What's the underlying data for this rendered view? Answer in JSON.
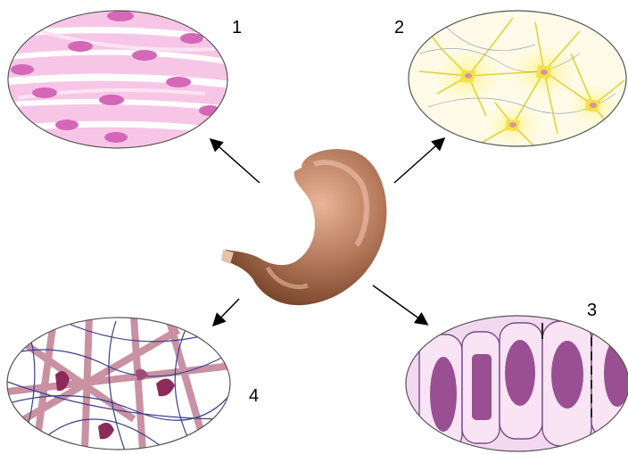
{
  "labels": [
    "1",
    "2",
    "3",
    "4"
  ],
  "colors": {
    "muscle_bg": "#f7c6e6",
    "muscle_fiber": "#ffffff",
    "muscle_nucleus": "#d567b8",
    "nerve_bg": "#fffbe8",
    "nerve_cell": "#f0e24a",
    "epithelial_bg": "#f3d9ef",
    "epithelial_nucleus": "#9a4f93",
    "connective_fiber": "#c07e92",
    "connective_thread": "#3a3f8e",
    "stomach": "#b4785a",
    "arrow": "#000000"
  },
  "icons": [
    "stomach-organ-icon",
    "muscle-tissue-icon",
    "nerve-tissue-icon",
    "epithelial-tissue-icon",
    "connective-tissue-icon"
  ]
}
